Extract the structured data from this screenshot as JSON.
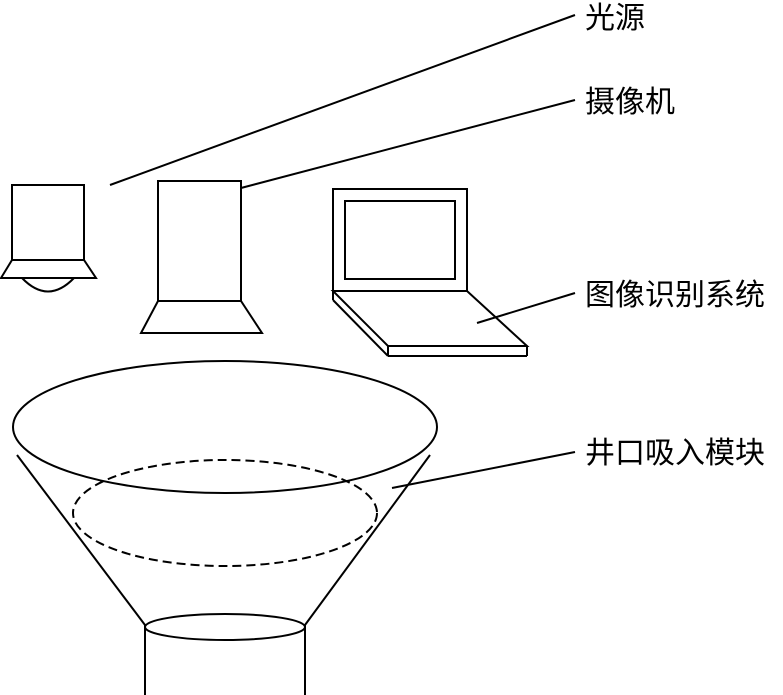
{
  "labels": {
    "light_source": "光源",
    "camera": "摄像机",
    "image_recognition": "图像识别系统",
    "wellhead_suction": "井口吸入模块"
  }
}
